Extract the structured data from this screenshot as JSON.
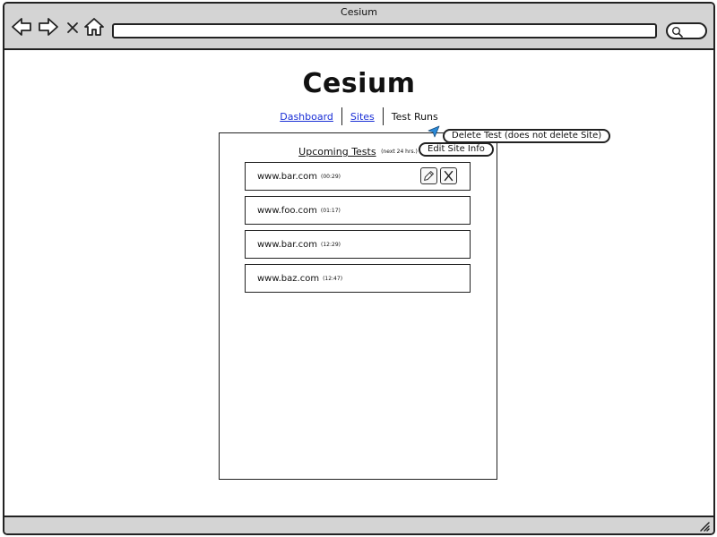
{
  "window": {
    "title": "Cesium"
  },
  "browser": {
    "address_value": "",
    "icons": [
      "back-arrow-icon",
      "forward-arrow-icon",
      "close-icon",
      "home-icon",
      "search-icon"
    ]
  },
  "app": {
    "title": "Cesium"
  },
  "nav": {
    "links": [
      {
        "label": "Dashboard",
        "current": false
      },
      {
        "label": "Sites",
        "current": false
      },
      {
        "label": "Test Runs",
        "current": true
      }
    ]
  },
  "panel": {
    "heading": "Upcoming Tests",
    "subheading": "(next 24 hrs.)",
    "tests": [
      {
        "site": "www.bar.com",
        "time": "(00:29)"
      },
      {
        "site": "www.foo.com",
        "time": "(01:17)"
      },
      {
        "site": "www.bar.com",
        "time": "(12:29)"
      },
      {
        "site": "www.baz.com",
        "time": "(12:47)"
      }
    ]
  },
  "callouts": {
    "delete": "Delete Test (does not delete Site)",
    "edit": "Edit Site Info"
  },
  "colors": {
    "chrome": "#d4d4d4",
    "link": "#1a2fd6",
    "cursor": "#2b8ad8"
  }
}
